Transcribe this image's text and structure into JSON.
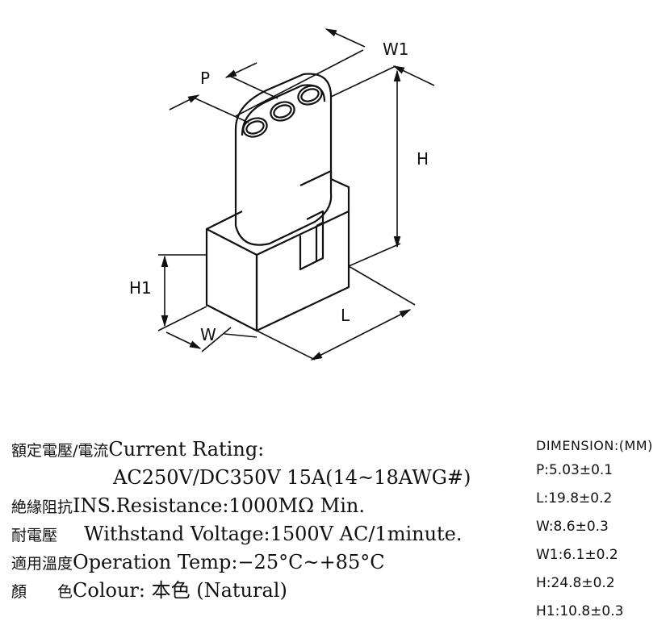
{
  "drawing_labels": {
    "p": "P",
    "w1": "W1",
    "h": "H",
    "h1": "H1",
    "w": "W",
    "l": "L"
  },
  "specs": [
    {
      "label_cjk": "額定電壓/電流",
      "text": "Current  Rating:"
    },
    {
      "label_cjk": "",
      "text": "AC250V/DC350V  15A(14~18AWG#)"
    },
    {
      "label_cjk": "絶緣阻抗",
      "text": "INS.Resistance:1000MΩ Min."
    },
    {
      "label_cjk": "耐電壓",
      "text": "Withstand  Voltage:1500V  AC/1minute."
    },
    {
      "label_cjk": "適用溫度",
      "text": "Operation  Temp:−25°C~+85°C"
    },
    {
      "label_cjk": "顏　　色",
      "text": "Colour: 本色 (Natural)"
    }
  ],
  "dimensions": {
    "header": "DIMENSION:(MM)",
    "items": [
      "P:5.03±0.1",
      "L:19.8±0.2",
      "W:8.6±0.3",
      "W1:6.1±0.2",
      "H:24.8±0.2",
      "H1:10.8±0.3"
    ]
  }
}
